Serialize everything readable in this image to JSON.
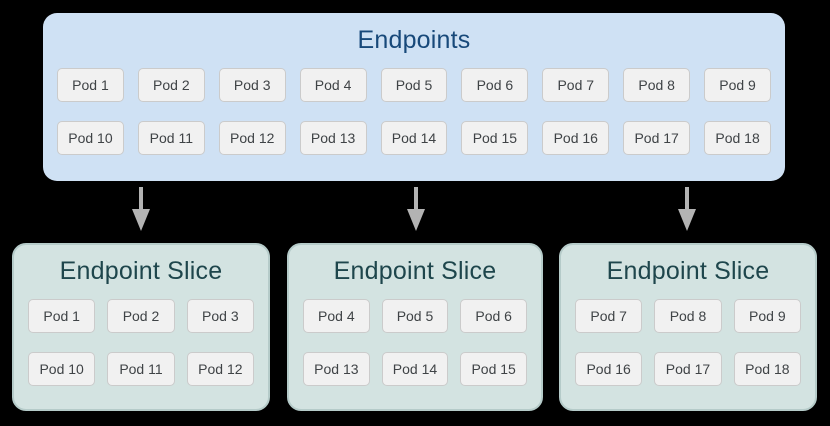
{
  "colors": {
    "canvas_bg": "#000000",
    "endpoints_box_bg": "#cfe1f4",
    "endpoints_title": "#18497a",
    "slice_box_bg": "#d3e3e1",
    "slice_box_border": "#b5cbc9",
    "slice_title": "#1e464c",
    "pod_bg": "#f1f1f1",
    "pod_border": "#cbcbcb",
    "pod_text": "#3f4346",
    "arrow": "#b3b3b3"
  },
  "endpoints": {
    "title": "Endpoints",
    "pods_row1": [
      "Pod 1",
      "Pod 2",
      "Pod 3",
      "Pod 4",
      "Pod 5",
      "Pod 6",
      "Pod 7",
      "Pod 8",
      "Pod 9"
    ],
    "pods_row2": [
      "Pod 10",
      "Pod 11",
      "Pod 12",
      "Pod 13",
      "Pod 14",
      "Pod 15",
      "Pod 16",
      "Pod 17",
      "Pod 18"
    ]
  },
  "slices": [
    {
      "title": "Endpoint Slice",
      "pods_row1": [
        "Pod 1",
        "Pod 2",
        "Pod 3"
      ],
      "pods_row2": [
        "Pod 10",
        "Pod 11",
        "Pod 12"
      ]
    },
    {
      "title": "Endpoint Slice",
      "pods_row1": [
        "Pod 4",
        "Pod 5",
        "Pod 6"
      ],
      "pods_row2": [
        "Pod 13",
        "Pod 14",
        "Pod 15"
      ]
    },
    {
      "title": "Endpoint Slice",
      "pods_row1": [
        "Pod 7",
        "Pod 8",
        "Pod 9"
      ],
      "pods_row2": [
        "Pod 16",
        "Pod 17",
        "Pod 18"
      ]
    }
  ]
}
